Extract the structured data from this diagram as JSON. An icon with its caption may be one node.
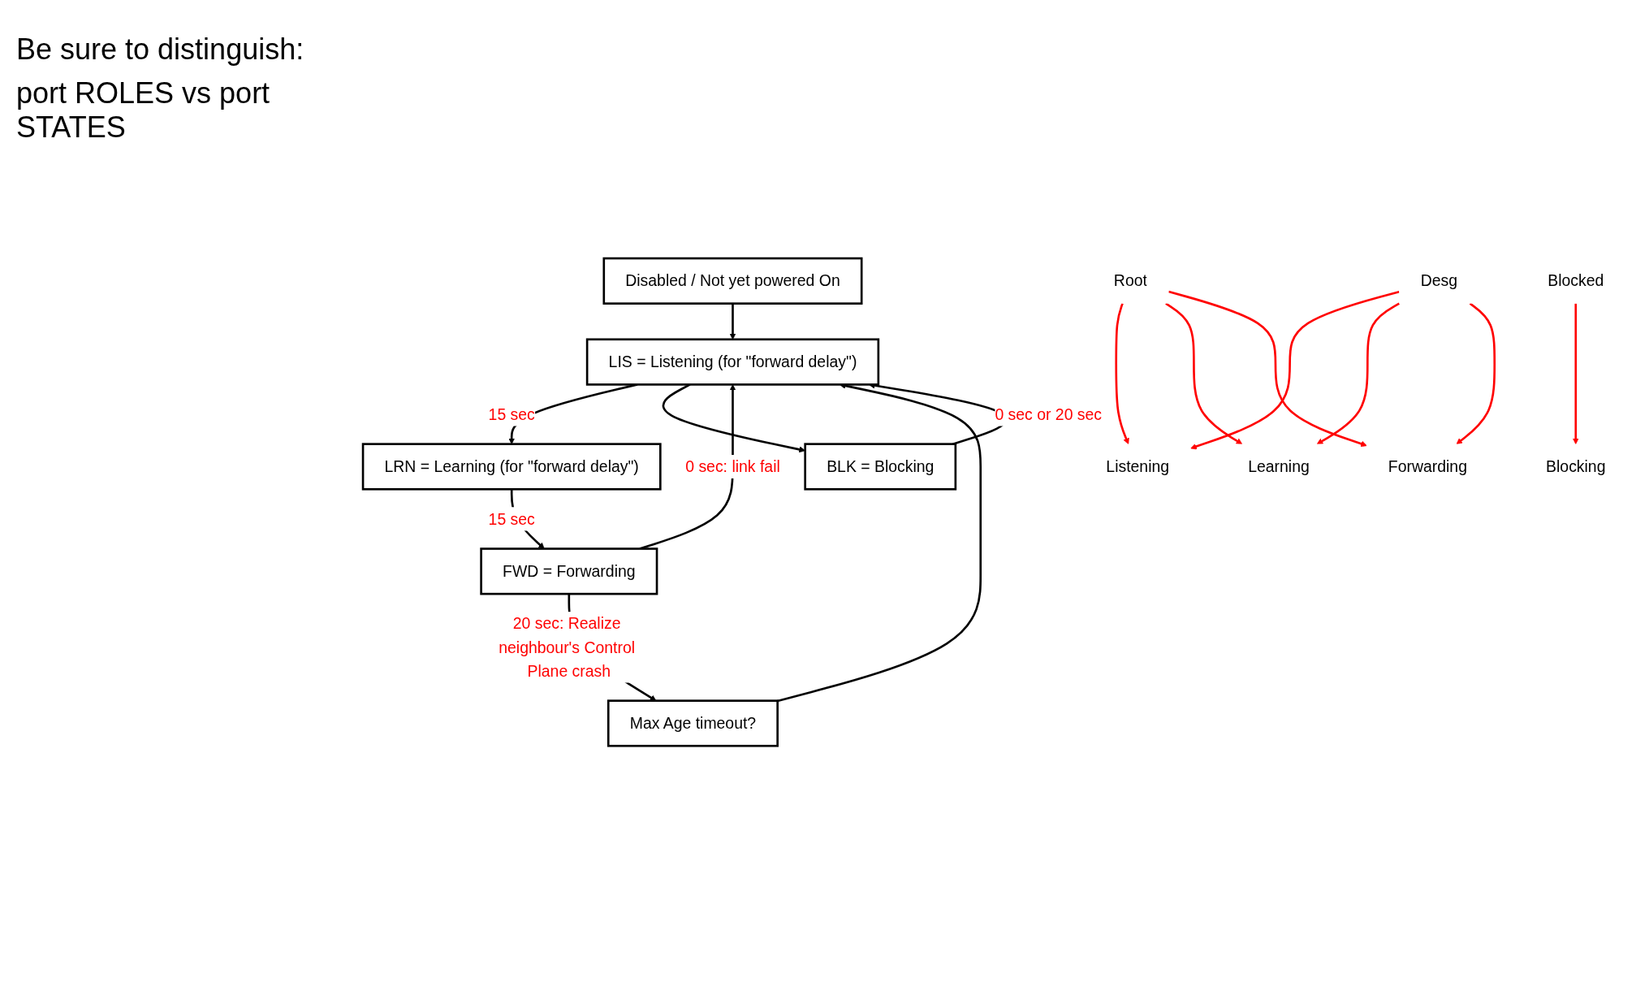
{
  "diagram": {
    "nodes": [
      {
        "text": [
          "Disabled / Not yet powered On"
        ]
      },
      {
        "text": [
          "LIS = Listening (for \"forward delay\")"
        ]
      },
      {
        "text": [
          "LRN = Learning (for \"forward delay\")"
        ]
      },
      {
        "text": [
          "BLK = Blocking"
        ]
      },
      {
        "text": [
          "FWD = Forwarding"
        ]
      },
      {
        "text": [
          "Max Age timeout?"
        ]
      },
      {
        "text": [
          "Root"
        ]
      },
      {
        "text": [
          "Desg"
        ]
      },
      {
        "text": [
          "Blocked"
        ]
      },
      {
        "text": [
          "Listening"
        ]
      },
      {
        "text": [
          "Learning"
        ]
      },
      {
        "text": [
          "Blocking"
        ]
      },
      {
        "text": [
          "Forwarding"
        ]
      }
    ],
    "edges": [
      {
        "from": 0,
        "to": 1,
        "arrow": "to"
      },
      {
        "from": 1,
        "to": 2,
        "arrow": "to",
        "label": "15 sec"
      },
      {
        "from": 2,
        "to": 4,
        "arrow": "to",
        "label": "15 sec"
      },
      {
        "from": 1,
        "to": 3,
        "arrow": "to"
      },
      {
        "from": 3,
        "to": 1,
        "arrow": "to",
        "label": "0 sec or 20 sec"
      },
      {
        "from": 4,
        "to": 1,
        "arrow": "to",
        "label": "0 sec: link fail"
      },
      {
        "from": 4,
        "to": 5,
        "arrow": "to",
        "label": "20 sec: Realize neighbour's Control Plane crash"
      },
      {
        "from": 5,
        "to": 1,
        "arrow": "to"
      },
      {
        "from": 6,
        "to": 9,
        "arrow": "to",
        "color": "#ff0000"
      },
      {
        "from": 6,
        "to": 10,
        "arrow": "to",
        "color": "#ff0000"
      },
      {
        "from": 6,
        "to": 12,
        "arrow": "to",
        "color": "#ff0000"
      },
      {
        "from": 7,
        "to": 9,
        "arrow": "to",
        "color": "#ff0000"
      },
      {
        "from": 7,
        "to": 10,
        "arrow": "to",
        "color": "#ff0000"
      },
      {
        "from": 7,
        "to": 12,
        "arrow": "to",
        "color": "#ff0000"
      },
      {
        "from": 8,
        "to": 11,
        "arrow": "to",
        "color": "#ff0000"
      }
    ],
    "labels": [
      "Be sure to distinguish:",
      "port ROLES vs port STATES"
    ]
  }
}
